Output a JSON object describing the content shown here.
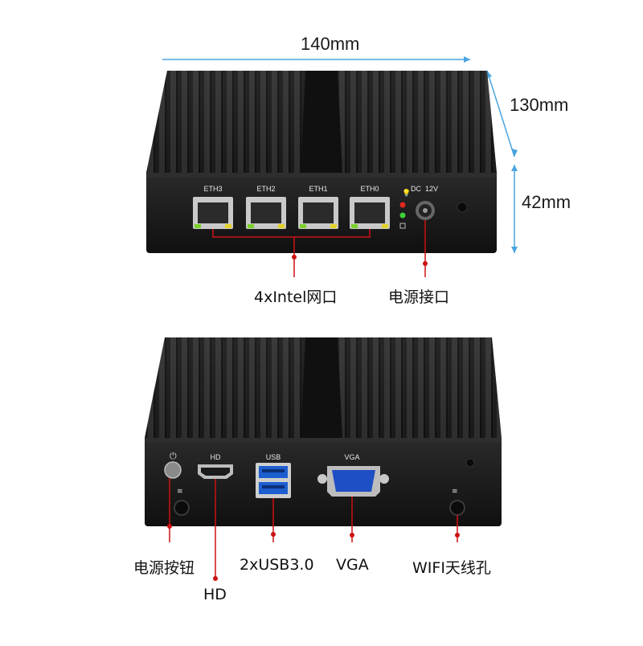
{
  "dimensions": {
    "width": "140mm",
    "depth": "130mm",
    "height": "42mm"
  },
  "front_view": {
    "ports": [
      "ETH3",
      "ETH2",
      "ETH1",
      "ETH0"
    ],
    "dc_label": "DC  12V",
    "callouts": {
      "lan": "4xIntel网口",
      "power_jack": "电源接口"
    }
  },
  "rear_view": {
    "labels": {
      "hdmi": "HD",
      "usb": "USB",
      "vga": "VGA"
    },
    "callouts": {
      "power_button": "电源按钮",
      "hd": "HD",
      "usb": "2xUSB3.0",
      "vga": "VGA",
      "wifi": "WIFI天线孔"
    }
  },
  "colors": {
    "dimension_line": "#4aa3df",
    "callout_line": "#cc1111",
    "chassis": "#1b1b1b"
  }
}
